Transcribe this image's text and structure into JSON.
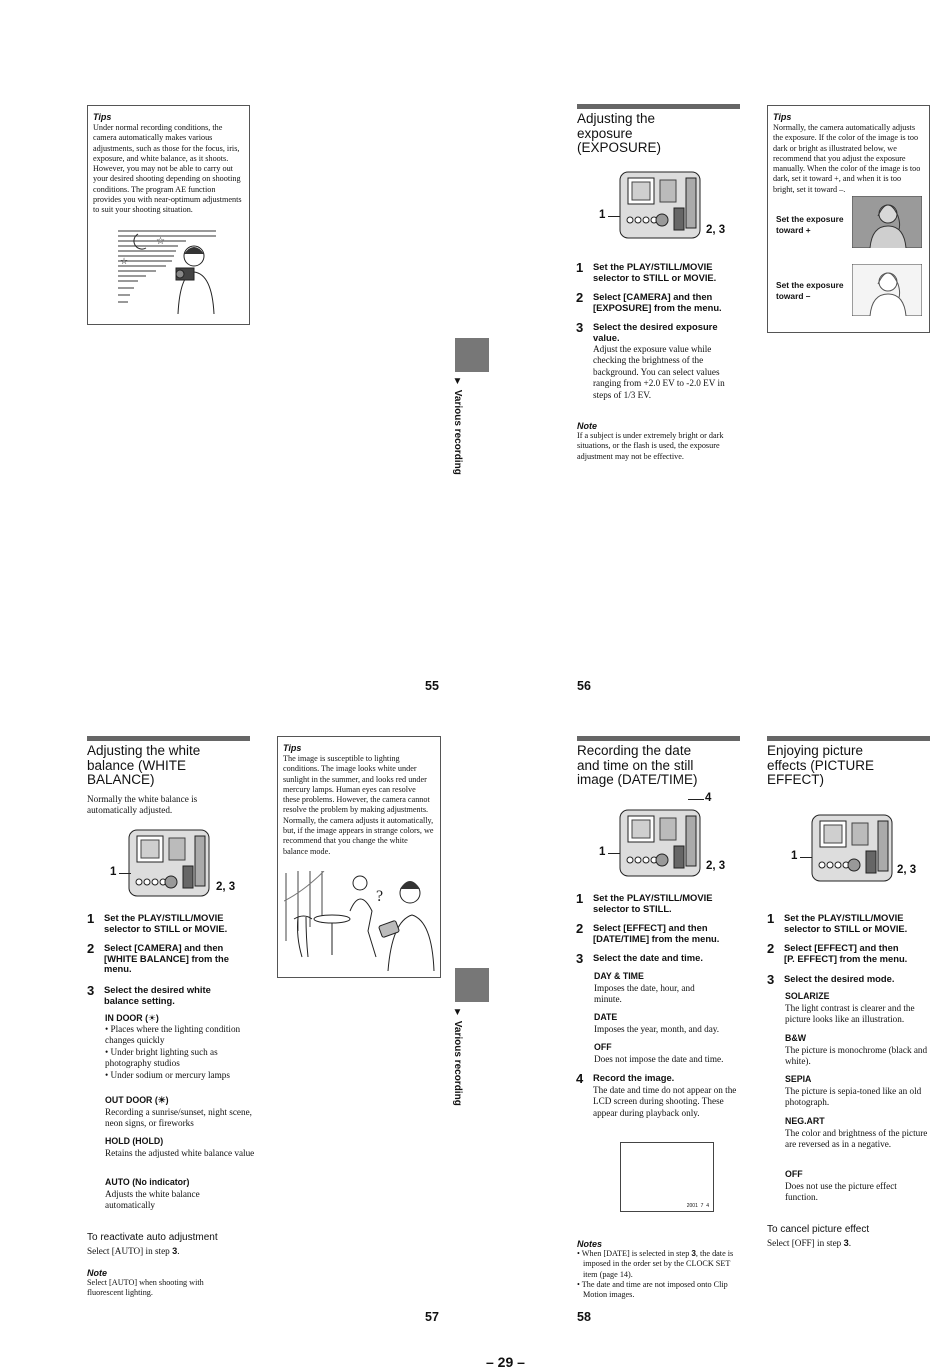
{
  "p55": {
    "tips_heading": "Tips",
    "tips_body": "Under normal recording conditions, the camera automatically makes various adjustments, such as those for the focus, iris, exposure, and white balance, as it shoots. However, you may not be able to carry out your desired shooting depending on shooting conditions. The program AE function provides you with near-optimum adjustments to suit your shooting situation.",
    "page_number": "55"
  },
  "side_tab_top": {
    "label": "▼ Various recording"
  },
  "p56": {
    "title_l1": "Adjusting the",
    "title_l2": "exposure",
    "title_l3": "(EXPOSURE)",
    "callout_1": "1",
    "callout_23": "2, 3",
    "steps": [
      {
        "num": "1",
        "text_l1": "Set the PLAY/STILL/MOVIE",
        "text_l2": "selector to STILL or MOVIE."
      },
      {
        "num": "2",
        "text_l1": "Select [CAMERA] and then",
        "text_l2": "[EXPOSURE] from the menu."
      },
      {
        "num": "3",
        "text_l1": "Select the desired exposure",
        "text_l2": "value.",
        "desc": "Adjust the exposure value while checking the brightness of the background. You can select values ranging from +2.0 EV to -2.0 EV in steps of 1/3 EV."
      }
    ],
    "note_heading": "Note",
    "note_body": "If a subject is under extremely bright or dark situations, or the flash is used, the exposure adjustment may not be effective.",
    "tips_heading": "Tips",
    "tips_body": "Normally, the camera automatically adjusts the exposure. If the color of the image is too dark or bright as illustrated below, we recommend that you adjust the exposure manually. When the color of the image is too dark, set it toward +, and when it is too bright, set it toward –.",
    "plus_l1": "Set the exposure",
    "plus_l2": "toward +",
    "minus_l1": "Set the exposure",
    "minus_l2": "toward –",
    "page_number": "56"
  },
  "p57": {
    "title_l1": "Adjusting the white",
    "title_l2": "balance (WHITE",
    "title_l3": "BALANCE)",
    "intro": "Normally the white balance is automatically adjusted.",
    "callout_1": "1",
    "callout_23": "2, 3",
    "steps": [
      {
        "num": "1",
        "text_l1": "Set the PLAY/STILL/MOVIE",
        "text_l2": "selector to STILL or MOVIE."
      },
      {
        "num": "2",
        "text_l1": "Select [CAMERA] and then",
        "text_l2": "[WHITE BALANCE] from the",
        "text_l3": "menu."
      },
      {
        "num": "3",
        "text_l1": "Select the desired white",
        "text_l2": "balance setting."
      }
    ],
    "indoor_label": "IN DOOR (",
    "indoor_icon": "bulb-icon",
    "indoor_close": ")",
    "indoor_bullets": [
      "Places where the lighting condition changes quickly",
      "Under bright lighting such as photography studios",
      "Under sodium or mercury lamps"
    ],
    "outdoor_label": "OUT DOOR (",
    "outdoor_icon": "sun-icon",
    "outdoor_close": ")",
    "outdoor_desc": "Recording a sunrise/sunset, night scene, neon signs, or fireworks",
    "hold_label": "HOLD (HOLD)",
    "hold_desc": "Retains the adjusted white balance value",
    "auto_label": "AUTO (No indicator)",
    "auto_desc": "Adjusts the white balance automatically",
    "reactivate_heading": "To reactivate auto adjustment",
    "reactivate_pre": "Select [AUTO] in step ",
    "reactivate_step": "3",
    "reactivate_post": ".",
    "note_heading": "Note",
    "note_body": "Select [AUTO] when shooting with fluorescent lighting.",
    "tips_heading": "Tips",
    "tips_body": "The image is susceptible to lighting conditions. The image looks white under sunlight in the summer, and looks red under mercury lamps. Human eyes can resolve these problems. However, the camera cannot resolve the problem by making adjustments. Normally, the camera adjusts it automatically, but, if the image appears in strange colors, we recommend that you change the white balance mode.",
    "page_number": "57"
  },
  "side_tab_bottom": {
    "label": "▼ Various recording"
  },
  "p58": {
    "title_l1": "Recording the date",
    "title_l2": "and time on the still",
    "title_l3": "image (DATE/TIME)",
    "callout_1": "1",
    "callout_23": "2, 3",
    "callout_4": "4",
    "steps": [
      {
        "num": "1",
        "text_l1": "Set the PLAY/STILL/MOVIE",
        "text_l2": "selector to STILL."
      },
      {
        "num": "2",
        "text_l1": "Select [EFFECT] and then",
        "text_l2": "[DATE/TIME] from the menu."
      },
      {
        "num": "3",
        "text_l1": "Select the date and time."
      },
      {
        "num": "4",
        "text_l1": "Record the image.",
        "desc": "The date and time do not appear on the LCD screen during shooting. These appear during playback only."
      }
    ],
    "opt_daytime_label": "DAY & TIME",
    "opt_daytime_desc": "Imposes the date, hour, and minute.",
    "opt_date_label": "DATE",
    "opt_date_desc": "Imposes the year, month, and day.",
    "opt_off_label": "OFF",
    "opt_off_desc": "Does not impose the date and time.",
    "stamp_text": "2001  7  4",
    "notes_heading": "Notes",
    "note1_pre": "When [DATE] is selected in step ",
    "note1_step": "3",
    "note1_post": ", the date is imposed in the order set by the CLOCK SET item (page 14).",
    "note2": "The date and time are not imposed onto Clip Motion images.",
    "page_number": "58"
  },
  "p59": {
    "title_l1": "Enjoying picture",
    "title_l2": "effects (PICTURE",
    "title_l3": "EFFECT)",
    "callout_1": "1",
    "callout_23": "2, 3",
    "steps": [
      {
        "num": "1",
        "text_l1": "Set the PLAY/STILL/MOVIE",
        "text_l2": "selector to STILL or MOVIE."
      },
      {
        "num": "2",
        "text_l1": "Select [EFFECT] and then",
        "text_l2": "[P. EFFECT] from the menu."
      },
      {
        "num": "3",
        "text_l1": "Select the desired mode."
      }
    ],
    "solarize_label": "SOLARIZE",
    "solarize_desc": "The light contrast is clearer and the picture looks like an illustration.",
    "bw_label": "B&W",
    "bw_desc": "The picture is monochrome (black and white).",
    "sepia_label": "SEPIA",
    "sepia_desc": "The picture is sepia-toned like an old photograph.",
    "negart_label": "NEG.ART",
    "negart_desc": "The color and brightness of the picture are reversed as in a negative.",
    "off_label": "OFF",
    "off_desc": "Does not use the picture effect function.",
    "cancel_heading": "To cancel picture effect",
    "cancel_pre": "Select [OFF] in step ",
    "cancel_step": "3",
    "cancel_post": "."
  },
  "footer": {
    "sheet_number": "– 29 –"
  }
}
